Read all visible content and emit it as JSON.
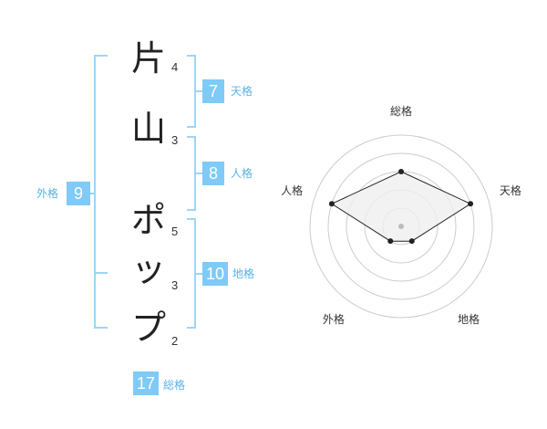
{
  "name_chars": [
    {
      "char": "片",
      "strokes": "4"
    },
    {
      "char": "山",
      "strokes": "3"
    },
    {
      "char": "ポ",
      "strokes": "5"
    },
    {
      "char": "ッ",
      "strokes": "3"
    },
    {
      "char": "プ",
      "strokes": "2"
    }
  ],
  "fortunes": {
    "tenkaku": {
      "value": "7",
      "label": "天格"
    },
    "jinkaku": {
      "value": "8",
      "label": "人格"
    },
    "chikaku": {
      "value": "10",
      "label": "地格"
    },
    "gaikaku": {
      "value": "9",
      "label": "外格"
    },
    "soukaku": {
      "value": "17",
      "label": "総格"
    }
  },
  "chart_data": {
    "type": "radar",
    "axes": [
      "総格",
      "天格",
      "地格",
      "外格",
      "人格"
    ],
    "values": [
      3,
      4,
      1,
      1,
      4
    ],
    "max": 5,
    "rings": 5,
    "colors": {
      "fill": "#efefef",
      "stroke": "#222222",
      "grid": "#cccccc",
      "center": "#bbbbbb"
    }
  }
}
